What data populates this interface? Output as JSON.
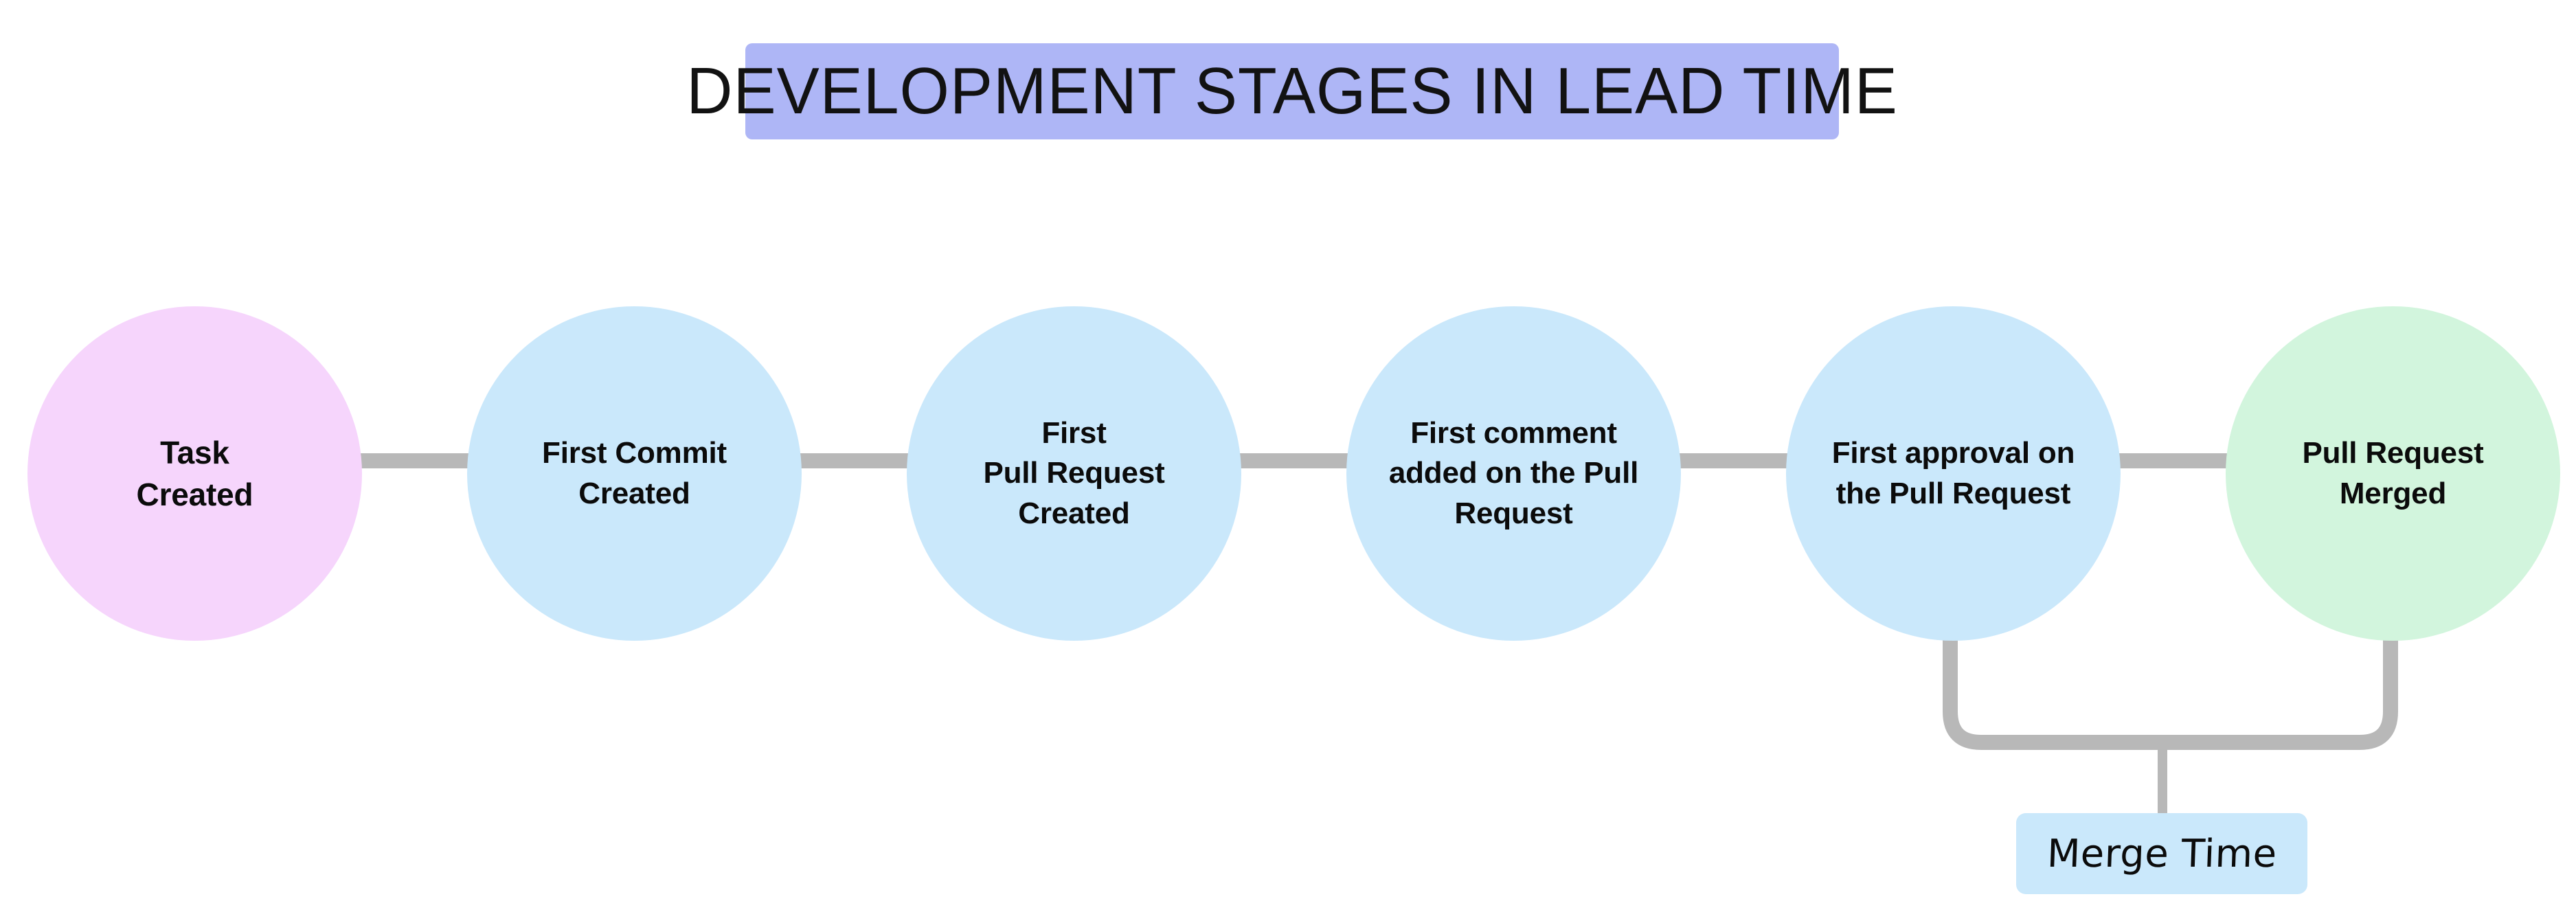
{
  "diagram": {
    "title": "DEVELOPMENT STAGES IN LEAD TIME",
    "title_bg_color": "#AEB6F6",
    "background_color": "#FFFFFF",
    "connector_color": "#B8B8B8",
    "stages": [
      {
        "id": "task-created",
        "label": "Task\nCreated",
        "color": "#F6D5FC"
      },
      {
        "id": "first-commit-created",
        "label": "First Commit\nCreated",
        "color": "#CAE8FB"
      },
      {
        "id": "first-pull-request-created",
        "label": "First\nPull Request\nCreated",
        "color": "#CAE8FB"
      },
      {
        "id": "first-comment-on-pull-request",
        "label": "First comment\nadded on the Pull\nRequest",
        "color": "#CAE8FB"
      },
      {
        "id": "first-approval-on-pull-request",
        "label": "First approval on\nthe Pull Request",
        "color": "#CAE8FB"
      },
      {
        "id": "pull-request-merged",
        "label": "Pull Request\nMerged",
        "color": "#D2F5DD"
      }
    ],
    "annotation": {
      "id": "merge-time",
      "label": "Merge Time",
      "color": "#CAE8FB",
      "spans_from": "first-approval-on-pull-request",
      "spans_to": "pull-request-merged"
    }
  }
}
